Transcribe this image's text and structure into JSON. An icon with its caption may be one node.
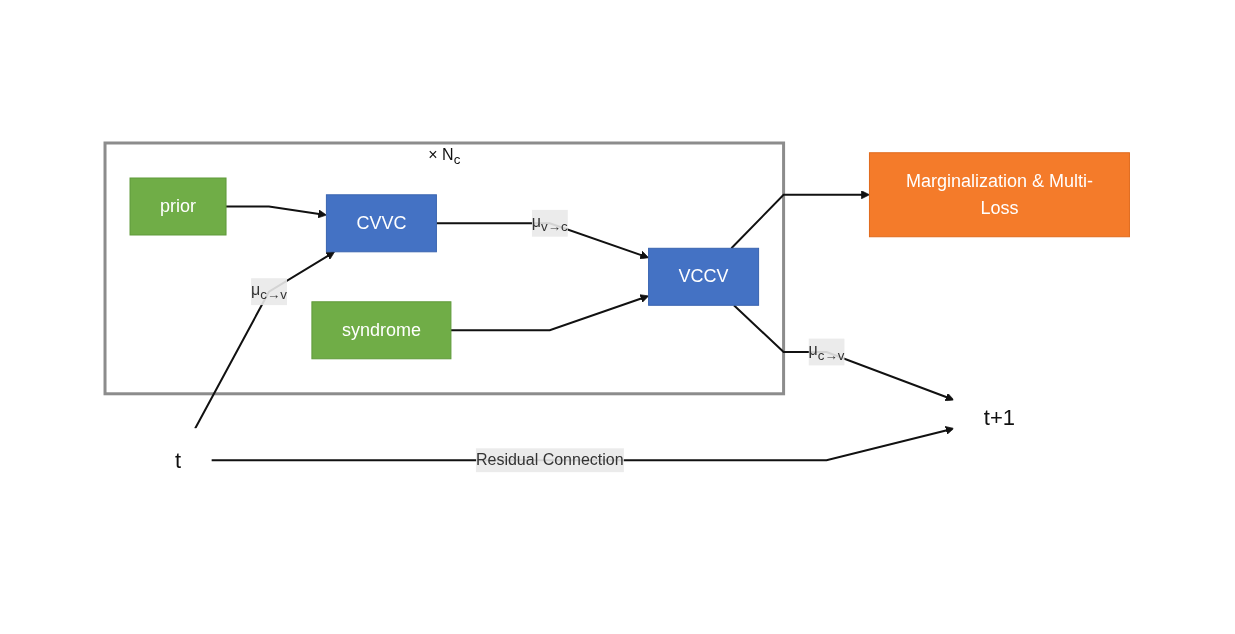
{
  "diagram": {
    "nodes": [
      {
        "text": [
          "t"
        ]
      },
      {
        "text": [],
        "shape": "box",
        "beside": [
          "× N$_{c}$"
        ]
      },
      {
        "text": [
          "CVVC"
        ],
        "in": 1
      },
      {
        "text": [
          "VCCV"
        ],
        "in": 1
      },
      {
        "text": [
          "prior"
        ],
        "in": 1
      },
      {
        "text": [
          "syndrome"
        ],
        "in": 1
      },
      {
        "text": [
          "Marginalization & Multi-Loss"
        ]
      },
      {
        "text": [
          "t+1"
        ]
      }
    ],
    "edges": [
      {
        "from": 0,
        "to": 2,
        "arrow": "to",
        "label": "μ$_{c→v}$"
      },
      {
        "from": 2,
        "to": 3,
        "arrow": "to",
        "label": "μ$_{v→c}$"
      },
      {
        "from": 3,
        "to": 7,
        "arrow": "to",
        "label": "μ$_{c→v}$"
      },
      {
        "from": 0,
        "to": 7,
        "arrow": "to",
        "label": "Residual Connection"
      },
      {
        "from": 4,
        "to": 2,
        "arrow": "to"
      },
      {
        "from": 5,
        "to": 3,
        "arrow": "to"
      },
      {
        "from": 3,
        "to": 6,
        "arrow": "to"
      }
    ]
  }
}
